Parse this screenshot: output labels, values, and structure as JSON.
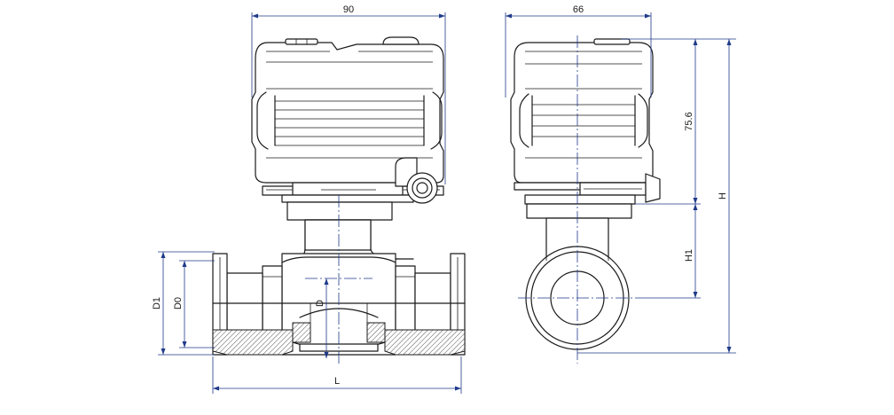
{
  "dimensions": {
    "width_front": "90",
    "width_side": "66",
    "actuator_height": "75.6",
    "total_height": "H",
    "center_height": "H1",
    "flange_outer_dia": "D1",
    "flange_inner_dia": "D0",
    "bore_dia": "D",
    "length": "L"
  },
  "colors": {
    "outline": "#1a1a1a",
    "dimension": "#1f3a8a",
    "hatch": "#555555"
  }
}
